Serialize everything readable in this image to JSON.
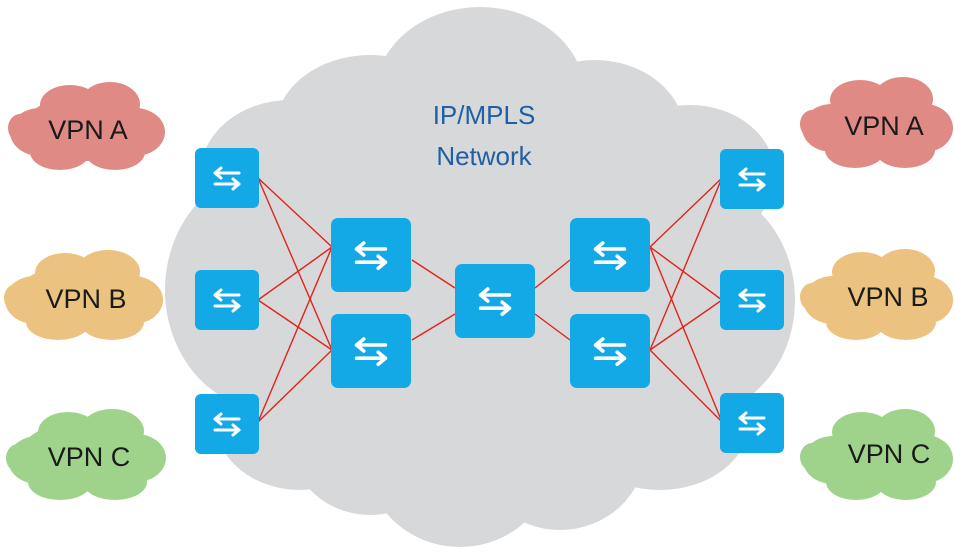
{
  "core": {
    "title_line1": "IP/MPLS",
    "title_line2": "Network",
    "cloud_color": "#d7d8da",
    "text_color": "#1f5fa3"
  },
  "vpn_clouds": {
    "left": [
      {
        "label": "VPN A",
        "color": "#e08a86"
      },
      {
        "label": "VPN B",
        "color": "#ebc27f"
      },
      {
        "label": "VPN C",
        "color": "#9fd38c"
      }
    ],
    "right": [
      {
        "label": "VPN A",
        "color": "#e08a86"
      },
      {
        "label": "VPN B",
        "color": "#ebc27f"
      },
      {
        "label": "VPN C",
        "color": "#9fd38c"
      }
    ]
  },
  "colors": {
    "switch_fill": "#12a9e6",
    "link": "#e2231a",
    "label_text": "#1a1a1a"
  },
  "icons": {
    "switch": "switch-icon",
    "cloud": "cloud-icon"
  }
}
